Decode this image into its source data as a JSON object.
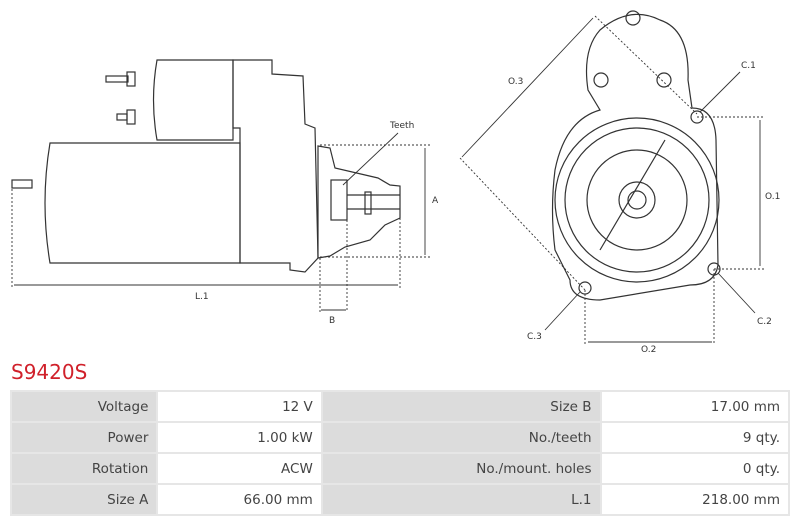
{
  "drawing": {
    "labels": {
      "teeth": "Teeth",
      "a": "A",
      "b": "B",
      "l1": "L.1",
      "o1": "O.1",
      "o2": "O.2",
      "o3": "O.3",
      "c1": "C.1",
      "c2": "C.2",
      "c3": "C.3"
    }
  },
  "product": {
    "code": "S9420S"
  },
  "colors": {
    "accent": "#d0202a"
  },
  "specs": [
    {
      "label": "Voltage",
      "value": "12 V",
      "label2": "Size B",
      "value2": "17.00 mm"
    },
    {
      "label": "Power",
      "value": "1.00 kW",
      "label2": "No./teeth",
      "value2": "9 qty."
    },
    {
      "label": "Rotation",
      "value": "ACW",
      "label2": "No./mount. holes",
      "value2": "0 qty."
    },
    {
      "label": "Size A",
      "value": "66.00 mm",
      "label2": "L.1",
      "value2": "218.00 mm"
    }
  ]
}
